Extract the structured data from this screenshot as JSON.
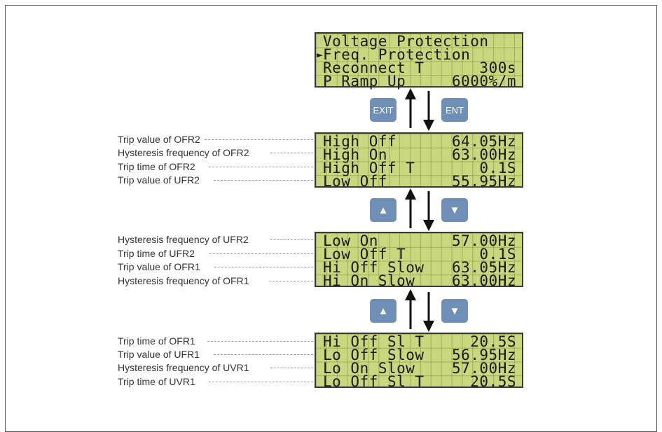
{
  "screens": [
    {
      "rows": [
        {
          "cursor": "",
          "text": "Voltage Protection",
          "value": ""
        },
        {
          "cursor": "►",
          "text": "Freq. Protection",
          "value": ""
        },
        {
          "cursor": "",
          "text": "Reconnect T",
          "value": "300s"
        },
        {
          "cursor": "",
          "text": "P Ramp Up",
          "value": "6000%/m"
        }
      ]
    },
    {
      "rows": [
        {
          "cursor": "",
          "text": "High Off",
          "value": "64.05Hz"
        },
        {
          "cursor": "",
          "text": "High On",
          "value": "63.00Hz"
        },
        {
          "cursor": "",
          "text": "High Off T",
          "value": "0.1S"
        },
        {
          "cursor": "",
          "text": "Low Off",
          "value": "55.95Hz"
        }
      ]
    },
    {
      "rows": [
        {
          "cursor": "",
          "text": "Low On",
          "value": "57.00Hz"
        },
        {
          "cursor": "",
          "text": "Low Off T",
          "value": "0.1S"
        },
        {
          "cursor": "",
          "text": "Hi Off Slow",
          "value": "63.05Hz"
        },
        {
          "cursor": "",
          "text": "Hi On Slow",
          "value": "63.00Hz"
        }
      ]
    },
    {
      "rows": [
        {
          "cursor": "",
          "text": "Hi Off Sl T",
          "value": "20.5S"
        },
        {
          "cursor": "",
          "text": "Lo Off Slow",
          "value": "56.95Hz"
        },
        {
          "cursor": "",
          "text": "Lo On Slow",
          "value": "57.00Hz"
        },
        {
          "cursor": "",
          "text": "Lo Off Sl T",
          "value": "20.5S"
        }
      ]
    }
  ],
  "annotations": [
    [
      "Trip value of OFR2",
      "Hysteresis frequency of OFR2",
      "Trip time of OFR2",
      "Trip value of UFR2"
    ],
    [
      "Hysteresis frequency of UFR2",
      "Trip time of UFR2",
      "Trip value of OFR1",
      "Hysteresis frequency of OFR1"
    ],
    [
      "Trip time of OFR1",
      "Trip value of UFR1",
      "Hysteresis frequency of UVR1",
      "Trip time of UVR1"
    ]
  ],
  "keys": {
    "exit": "EXIT",
    "ent": "ENT",
    "up": "▲",
    "down": "▼"
  }
}
